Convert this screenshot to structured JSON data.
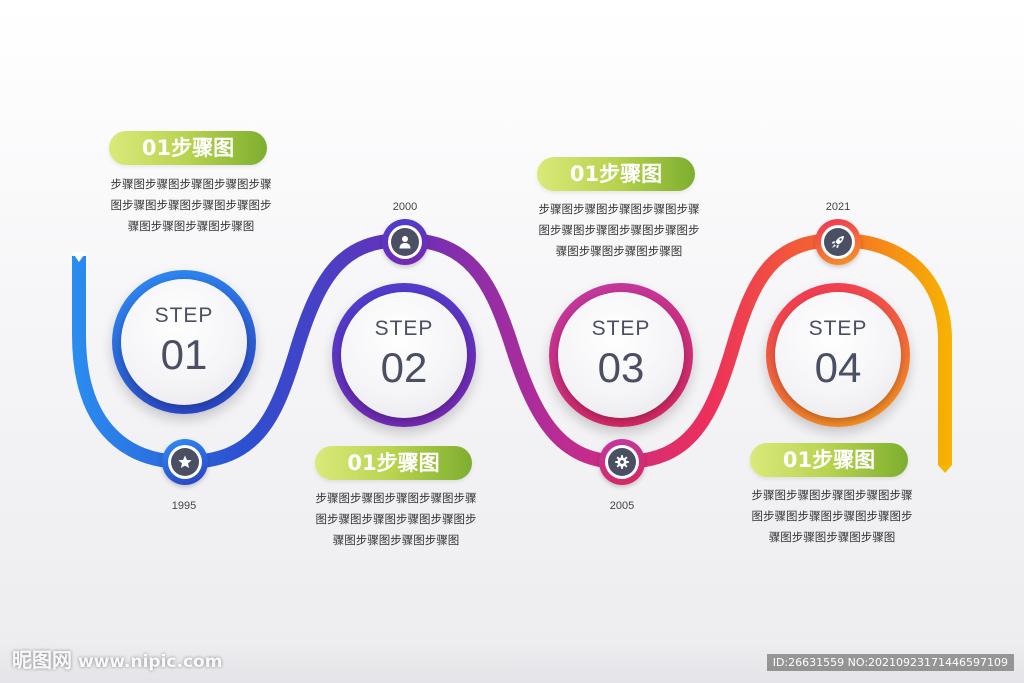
{
  "steps": [
    {
      "word": "STEP",
      "num": "01",
      "label": "01步骤图",
      "desc": [
        "步骤图步骤图步骤图步骤图步骤",
        "图步骤图步骤图步骤图步骤图步",
        "骤图步骤图步骤图步骤图"
      ],
      "year": "1995",
      "icon": "star-icon"
    },
    {
      "word": "STEP",
      "num": "02",
      "label": "01步骤图",
      "desc": [
        "步骤图步骤图步骤图步骤图步骤",
        "图步骤图步骤图步骤图步骤图步",
        "骤图步骤图步骤图步骤图"
      ],
      "year": "2000",
      "icon": "person-icon"
    },
    {
      "word": "STEP",
      "num": "03",
      "label": "01步骤图",
      "desc": [
        "步骤图步骤图步骤图步骤图步骤",
        "图步骤图步骤图步骤图步骤图步",
        "骤图步骤图步骤图步骤图"
      ],
      "year": "2005",
      "icon": "gear-icon"
    },
    {
      "word": "STEP",
      "num": "04",
      "label": "01步骤图",
      "desc": [
        "步骤图步骤图步骤图步骤图步骤",
        "图步骤图步骤图步骤图步骤图步",
        "骤图步骤图步骤图步骤图"
      ],
      "year": "2021",
      "icon": "rocket-icon"
    }
  ],
  "colors": {
    "step1": "#2f63d9",
    "step2": "#6a2fb8",
    "step3": "#c1286e",
    "step4": "#ef4a2e",
    "start": "#2b8ef0",
    "end": "#f7b500",
    "label_bg_start": "#dbe97a",
    "label_bg_end": "#7eae2f",
    "icon_fill": "#4a4f63"
  },
  "watermark": {
    "brand": "昵图网",
    "url": "www.nipic.com",
    "id_text": "ID:26631559 NO:20210923171446597109"
  }
}
